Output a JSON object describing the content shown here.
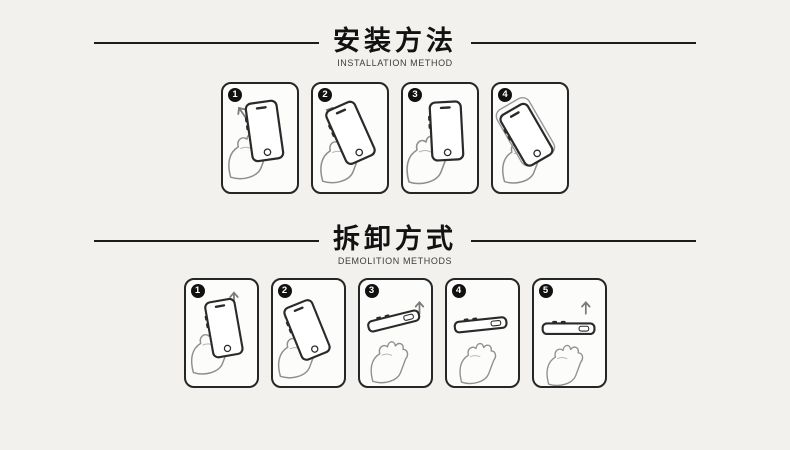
{
  "colors": {
    "background": "#f2f1ee",
    "divider_line": "#1c1c1c",
    "box_border": "#262626",
    "badge_background": "#111111",
    "badge_text": "#ffffff"
  },
  "installation": {
    "title": "安装方法",
    "subtitle": "INSTALLATION METHOD",
    "steps": [
      {
        "number": "1"
      },
      {
        "number": "2"
      },
      {
        "number": "3"
      },
      {
        "number": "4"
      }
    ]
  },
  "removal": {
    "title": "拆卸方式",
    "subtitle": "DEMOLITION METHODS",
    "steps": [
      {
        "number": "1"
      },
      {
        "number": "2"
      },
      {
        "number": "3"
      },
      {
        "number": "4"
      },
      {
        "number": "5"
      }
    ]
  }
}
